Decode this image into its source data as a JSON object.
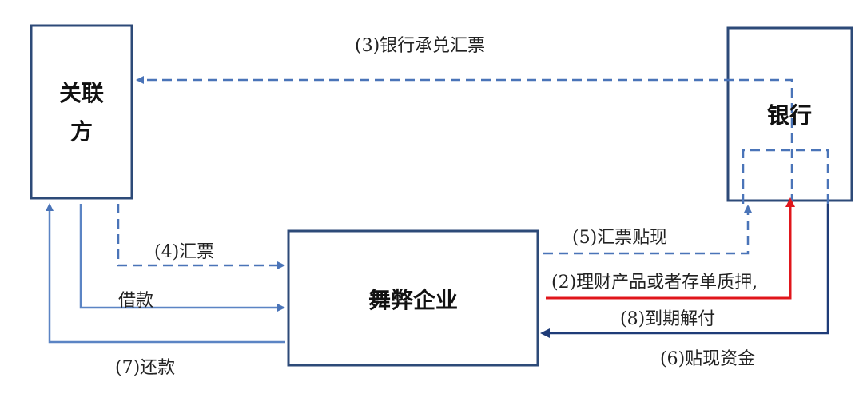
{
  "nodes": {
    "related_party_line1": "关联",
    "related_party_line2": "方",
    "bank": "银行",
    "company": "舞弊企业"
  },
  "edges": {
    "e3": "(3)银行承兑汇票",
    "e4": "(4)汇票",
    "borrow": "借款",
    "e7": "(7)还款",
    "e5": "(5)汇票贴现",
    "e2": "(2)理财产品或者存单质押,",
    "e8": "(8)到期解付",
    "e6": "(6)贴现资金"
  },
  "colors": {
    "box_border": "#2d4a78",
    "arrow_blue": "#5b84c4",
    "arrow_red": "#e0161b",
    "arrow_navy": "#1f3c78"
  }
}
